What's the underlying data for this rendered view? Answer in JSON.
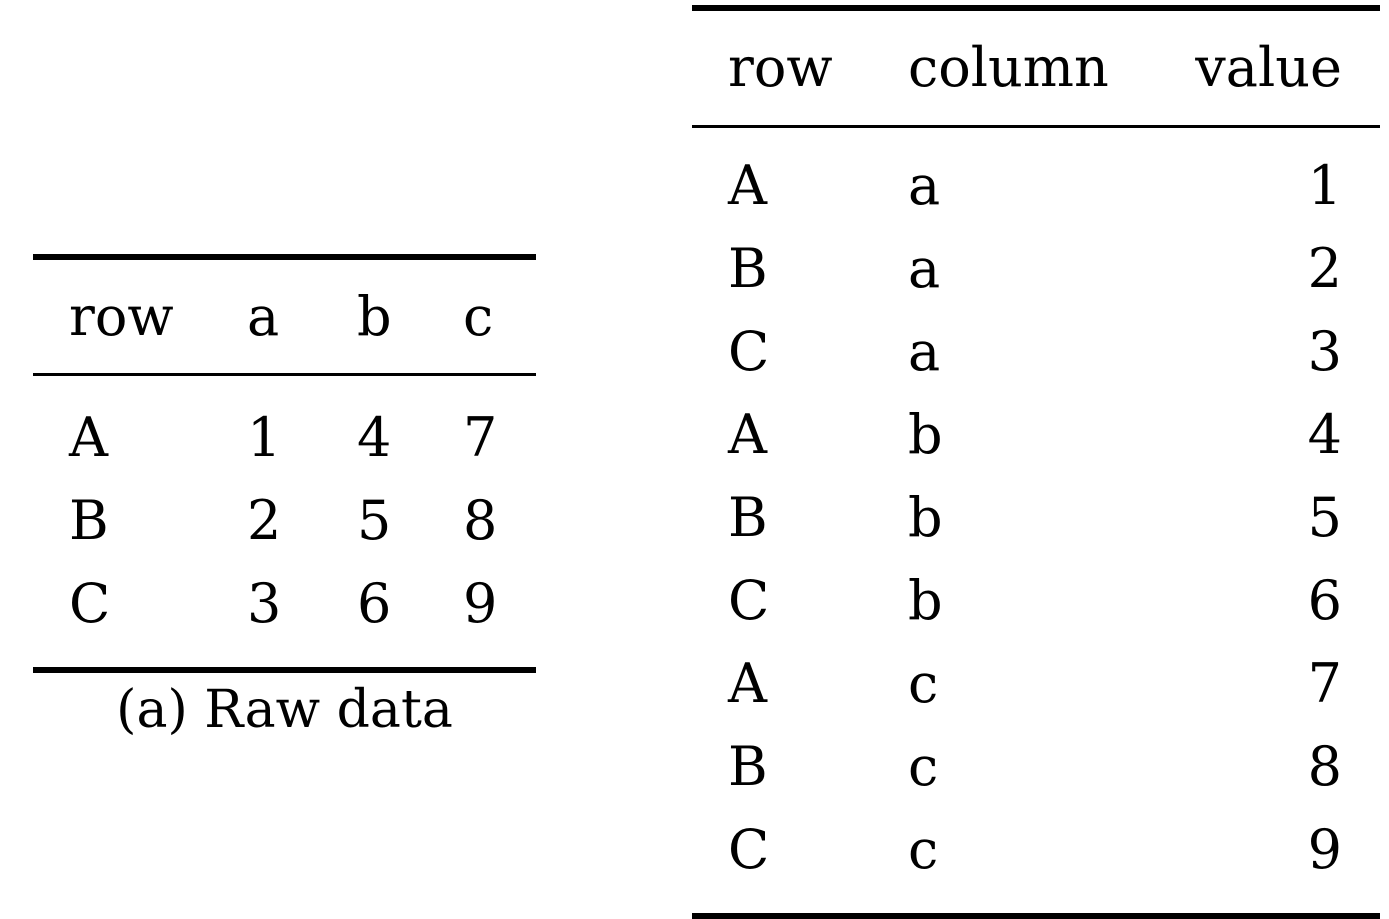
{
  "raw_table": {
    "headers": [
      "row",
      "a",
      "b",
      "c"
    ],
    "rows": [
      [
        "A",
        "1",
        "4",
        "7"
      ],
      [
        "B",
        "2",
        "5",
        "8"
      ],
      [
        "C",
        "3",
        "6",
        "9"
      ]
    ],
    "caption": "(a) Raw data"
  },
  "long_table": {
    "headers": [
      "row",
      "column",
      "value"
    ],
    "rows": [
      [
        "A",
        "a",
        "1"
      ],
      [
        "B",
        "a",
        "2"
      ],
      [
        "C",
        "a",
        "3"
      ],
      [
        "A",
        "b",
        "4"
      ],
      [
        "B",
        "b",
        "5"
      ],
      [
        "C",
        "b",
        "6"
      ],
      [
        "A",
        "c",
        "7"
      ],
      [
        "B",
        "c",
        "8"
      ],
      [
        "C",
        "c",
        "9"
      ]
    ]
  }
}
